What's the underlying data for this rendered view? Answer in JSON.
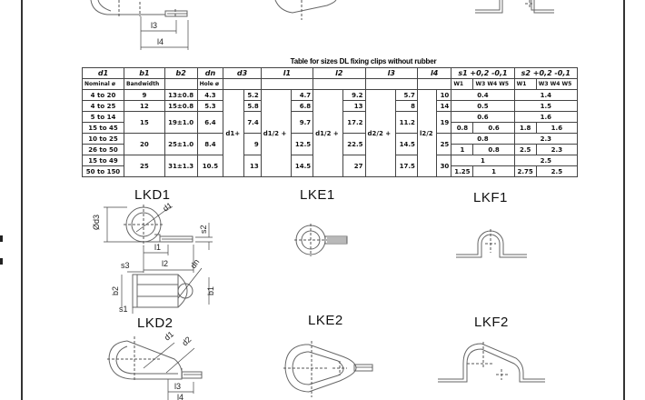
{
  "table": {
    "title": "Table for sizes DL fixing clips without rubber",
    "headers": {
      "d1": "d1",
      "b1": "b1",
      "b2": "b2",
      "dn": "dn",
      "d3": "d3",
      "l1": "l1",
      "l2": "l2",
      "l3": "l3",
      "l4": "l4",
      "s1": "s1 +0,2 -0,1",
      "s2": "s2 +0,2 -0,1"
    },
    "subheaders": {
      "d1": "Nominal ø",
      "b1": "Bandwidth",
      "dn": "Hole ø",
      "s1_w1": "W1",
      "s1_w345": "W3   W4   W5",
      "s2_w1": "W1",
      "s2_w345": "W3   W4   W5"
    },
    "formulas": {
      "d3": "d1+",
      "l1": "d1/2 +",
      "l2": "d1/2 +",
      "l3": "d2/2 +",
      "l4": "l2/2"
    },
    "rows": [
      {
        "d1": "4 to 20",
        "b1": "9",
        "b2": "13±0.8",
        "dn": "4.3",
        "d3": "5.2",
        "l1": "4.7",
        "l2": "9.2",
        "l3": "5.7",
        "l4": "10",
        "s1": "0.4",
        "s2": "1.4"
      },
      {
        "d1": "4 to 25",
        "b1": "12",
        "b2": "15±0.8",
        "dn": "5.3",
        "d3": "5.8",
        "l1": "6.8",
        "l2": "13",
        "l3": "8",
        "l4": "14",
        "s1": "0.5",
        "s2": "1.5"
      },
      {
        "d1": "5 to 14",
        "b1": "15",
        "b2": "19±1.0",
        "dn": "6.4",
        "d3": "7.4",
        "l1": "9.7",
        "l2": "17.2",
        "l3": "11.2",
        "l4": "19",
        "s1": "0.6",
        "s2": "1.6"
      },
      {
        "d1": "15 to 45",
        "s1_w1": "0.8",
        "s1_w345": "0.6",
        "s2_w1": "1.8",
        "s2_w345": "1.6"
      },
      {
        "d1": "10 to 25",
        "b1": "20",
        "b2": "25±1.0",
        "dn": "8.4",
        "d3": "9",
        "l1": "12.5",
        "l2": "22.5",
        "l3": "14.5",
        "l4": "25",
        "s1": "0.8",
        "s2": "2.3"
      },
      {
        "d1": "26 to 50",
        "s1_w1": "1",
        "s1_w345": "0.8",
        "s2_w1": "2.5",
        "s2_w345": "2.3"
      },
      {
        "d1": "15 to 49",
        "b1": "25",
        "b2": "31±1.3",
        "dn": "10.5",
        "d3": "13",
        "l1": "14.5",
        "l2": "27",
        "l3": "17.5",
        "l4": "30",
        "s1": "1",
        "s2": "2.5"
      },
      {
        "d1": "50 to 150",
        "s1_w1": "1.25",
        "s1_w345": "1",
        "s2_w1": "2.75",
        "s2_w345": "2.5"
      }
    ]
  },
  "figures": {
    "top": {
      "dim_l3": "l3",
      "dim_l4": "l4"
    },
    "lkd1": {
      "label": "LKD1",
      "d1": "d1",
      "d3": "Ød3",
      "s2": "s2",
      "l1": "l1",
      "l2": "l2",
      "s3": "s3",
      "dn": "dn",
      "b2": "b2",
      "b1": "b1",
      "s1": "s1"
    },
    "lke1": {
      "label": "LKE1"
    },
    "lkf1": {
      "label": "LKF1"
    },
    "lkd2": {
      "label": "LKD2",
      "d1": "d1",
      "d2": "d2",
      "l3": "l3",
      "l4": "l4"
    },
    "lke2": {
      "label": "LKE2"
    },
    "lkf2": {
      "label": "LKF2"
    }
  }
}
